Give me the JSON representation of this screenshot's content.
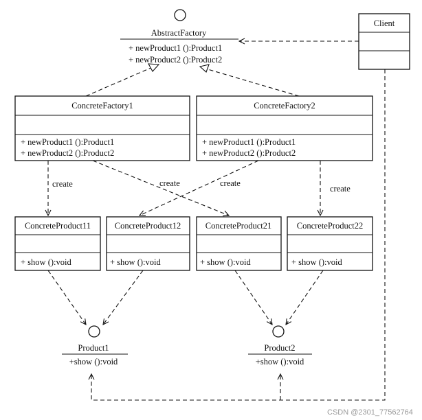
{
  "abstract_factory": {
    "name": "AbstractFactory",
    "ops": [
      "+ newProduct1 ():Product1",
      "+ newProduct2 ():Product2"
    ]
  },
  "client": {
    "name": "Client"
  },
  "factories": [
    {
      "name": "ConcreteFactory1",
      "ops": [
        "+ newProduct1 ():Product1",
        "+ newProduct2 ():Product2"
      ]
    },
    {
      "name": "ConcreteFactory2",
      "ops": [
        "+ newProduct1 ():Product1",
        "+ newProduct2 ():Product2"
      ]
    }
  ],
  "products": [
    {
      "name": "ConcreteProduct11",
      "op": "+ show ():void"
    },
    {
      "name": "ConcreteProduct12",
      "op": "+ show ():void"
    },
    {
      "name": "ConcreteProduct21",
      "op": "+ show ():void"
    },
    {
      "name": "ConcreteProduct22",
      "op": "+ show ():void"
    }
  ],
  "interfaces": [
    {
      "name": "Product1",
      "op": "+show ():void"
    },
    {
      "name": "Product2",
      "op": "+show ():void"
    }
  ],
  "create_labels": [
    "create",
    "create",
    "create",
    "create"
  ],
  "watermark": "CSDN @2301_77562764"
}
